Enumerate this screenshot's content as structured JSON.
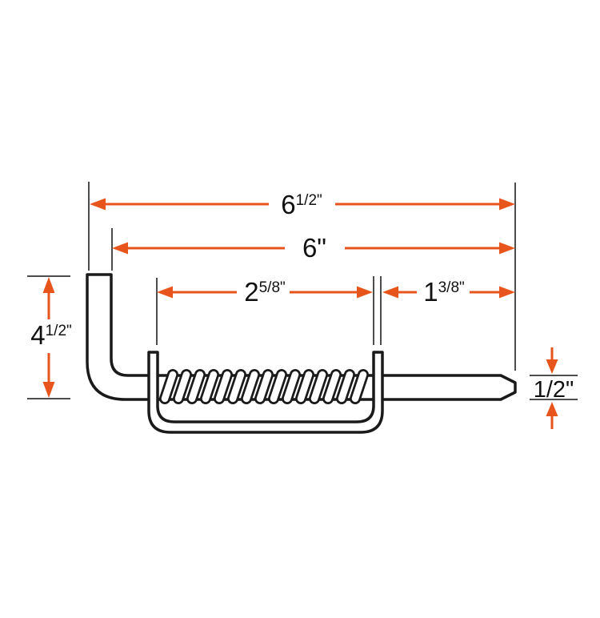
{
  "figure": {
    "colors": {
      "dimension_accent": "#E8551C",
      "drawing_outline": "#1A1A1A",
      "extension_line": "#4D4D4D",
      "label_text": "#111111",
      "background": "#FFFFFF"
    },
    "labels": {
      "overall_length": {
        "whole": "6",
        "fraction": "1/2",
        "unit": "\""
      },
      "shank_length": "6\"",
      "spring_length": {
        "whole": "2",
        "fraction": "5/8",
        "unit": "\""
      },
      "tip_length": {
        "whole": "1",
        "fraction": "3/8",
        "unit": "\""
      },
      "overall_height": {
        "whole": "4",
        "fraction": "1/2",
        "unit": "\""
      },
      "rod_diameter": "1/2\""
    }
  }
}
